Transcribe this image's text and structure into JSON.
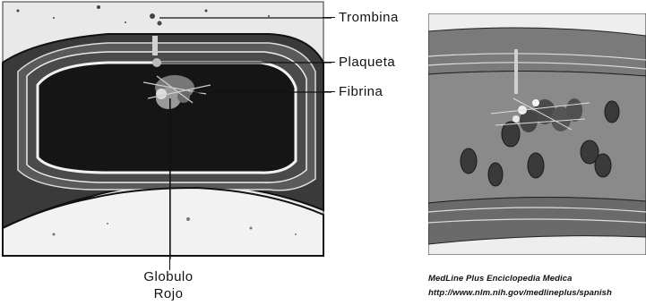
{
  "left_diagram": {
    "labels": {
      "trombina": "Trombina",
      "plaqueta": "Plaqueta",
      "fibrina": "Fibrina",
      "globulo_line1": "Globulo",
      "globulo_line2": "Rojo"
    }
  },
  "right_diagram": {
    "caption_line1": "MedLine Plus  Enciclopedia  Medica",
    "caption_line2": "http://www.nlm.nih.gov/medlineplus/spanish"
  }
}
